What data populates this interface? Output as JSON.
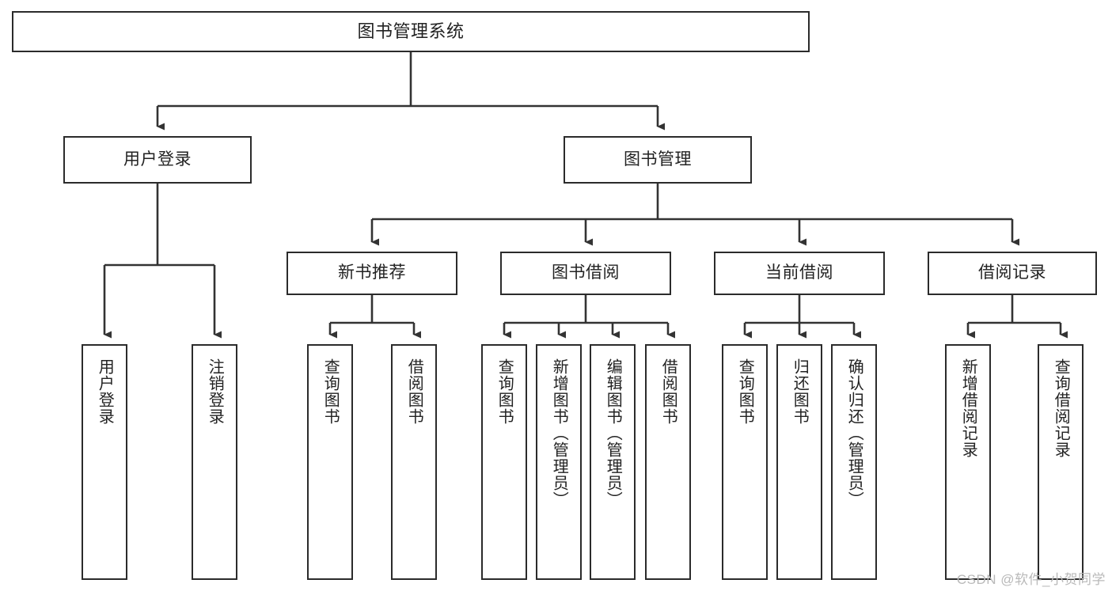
{
  "diagram": {
    "title_node": {
      "label": "图书管理系统"
    },
    "level2": [
      {
        "label": "用户登录"
      },
      {
        "label": "图书管理"
      }
    ],
    "level3": [
      {
        "label": "新书推荐"
      },
      {
        "label": "图书借阅"
      },
      {
        "label": "当前借阅"
      },
      {
        "label": "借阅记录"
      }
    ],
    "leaves": [
      {
        "label": "用户登录"
      },
      {
        "label": "注销登录"
      },
      {
        "label": "查询图书"
      },
      {
        "label": "借阅图书"
      },
      {
        "label": "查询图书"
      },
      {
        "label": "新增图书（管理员）"
      },
      {
        "label": "编辑图书（管理员）"
      },
      {
        "label": "借阅图书"
      },
      {
        "label": "查询图书"
      },
      {
        "label": "归还图书"
      },
      {
        "label": "确认归还（管理员）"
      },
      {
        "label": "新增借阅记录"
      },
      {
        "label": "查询借阅记录"
      }
    ]
  },
  "watermark": {
    "text": "CSDN @软件_小贺同学"
  },
  "colors": {
    "box_border": "#2b2b2b",
    "box_fill": "#ffffff",
    "text": "#222222",
    "connector": "#333333",
    "watermark": "#b9b9b9"
  }
}
